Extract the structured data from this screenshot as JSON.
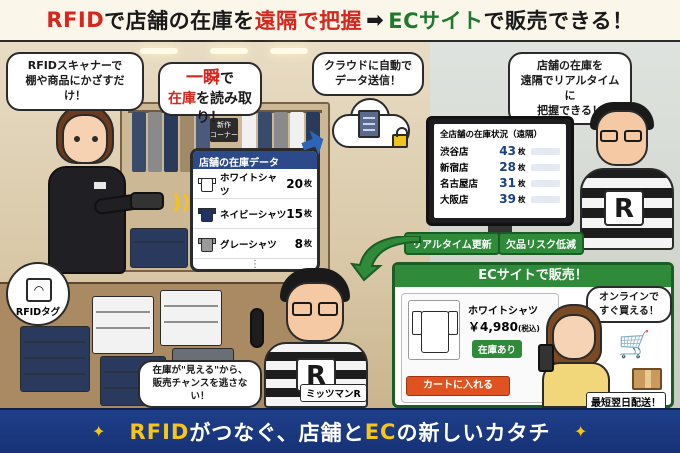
{
  "header": {
    "title_part1": "RFID",
    "title_part2": "で店舗の在庫を",
    "title_part3": "遠隔で把握",
    "title_arrow": "➡",
    "title_part4": "ECサイト",
    "title_part5": "で販売できる！"
  },
  "bubbles": {
    "scanner": "RFIDスキャナーで\n棚や商品にかざすだけ！",
    "instant_1": "一瞬",
    "instant_2": "で",
    "instant_3": "在庫",
    "instant_4": "を読み取り！",
    "cloud": "クラウドに自動で\nデータ送信！",
    "remote": "店舗の在庫を\n遠隔でリアルタイムに\n把握できる！",
    "mascot": "在庫が\"見える\"から、\n販売チャンスを逃さない！",
    "customer": "オンラインで\nすぐ買える！"
  },
  "store_panel": {
    "title": "店舗の在庫データ",
    "items": [
      {
        "name": "ホワイトシャツ",
        "qty": "20",
        "unit": "枚",
        "color": "#ffffff"
      },
      {
        "name": "ネイビーシャツ",
        "qty": "15",
        "unit": "枚",
        "color": "#1f3264"
      },
      {
        "name": "グレーシャツ",
        "qty": "8",
        "unit": "枚",
        "color": "#9a9a9a"
      }
    ],
    "more": "⋮"
  },
  "monitor": {
    "title": "全店舗の在庫状況（遠隔）",
    "rows": [
      {
        "store": "渋谷店",
        "qty": "43",
        "unit": "枚"
      },
      {
        "store": "新宿店",
        "qty": "28",
        "unit": "枚"
      },
      {
        "store": "名古屋店",
        "qty": "31",
        "unit": "枚"
      },
      {
        "store": "大阪店",
        "qty": "39",
        "unit": "枚"
      }
    ]
  },
  "tags": {
    "realtime": "リアルタイム更新",
    "stockout": "欠品リスク低減"
  },
  "ec_panel": {
    "title": "ECサイトで販売！",
    "product_name": "ホワイトシャツ",
    "price": "￥4,980",
    "tax_note": "(税込)",
    "stock_status": "在庫あり",
    "cart_button": "カートに入れる",
    "shipping": "最短翌日配送！"
  },
  "shelf_sign": "新作\nコーナー",
  "rfid_tag_label": "RFIDタグ",
  "mascot_name": "ミッツマンR",
  "mascot_logo": "R",
  "footer": {
    "part1": "RFID",
    "part2": "がつなぐ、店舗と",
    "part3": "EC",
    "part4": "の新しいカタチ"
  },
  "colors": {
    "accent_red": "#d7261e",
    "accent_green": "#2f8a3a",
    "banner_blue": "#1f3f8a",
    "accent_yellow": "#f5c518"
  }
}
